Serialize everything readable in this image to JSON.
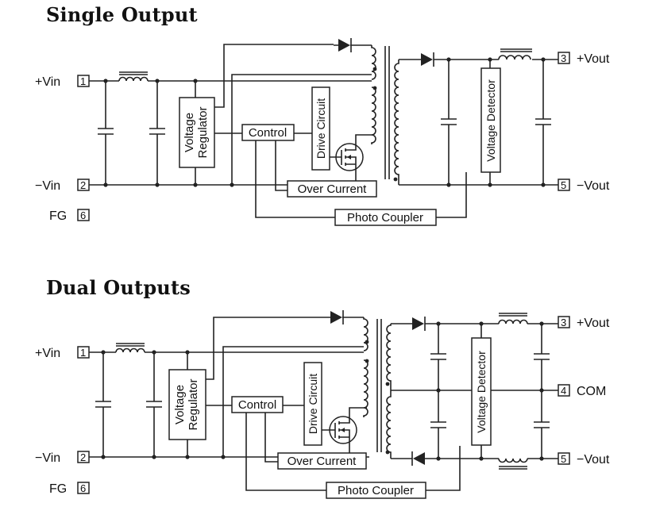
{
  "section1": {
    "title": "Single Output",
    "pins": {
      "vin_pos": {
        "label": "+Vin",
        "num": "1"
      },
      "vin_neg": {
        "label": "−Vin",
        "num": "2"
      },
      "fg": {
        "label": "FG",
        "num": "6"
      },
      "vout_pos": {
        "label": "+Vout",
        "num": "3"
      },
      "vout_neg": {
        "label": "−Vout",
        "num": "5"
      }
    },
    "blocks": {
      "voltage_regulator": [
        "Voltage",
        "Regulator"
      ],
      "control": "Control",
      "drive_circuit": "Drive Circuit",
      "over_current": "Over Current",
      "photo_coupler": "Photo Coupler",
      "voltage_detector": "Voltage Detector"
    }
  },
  "section2": {
    "title": "Dual Outputs",
    "pins": {
      "vin_pos": {
        "label": "+Vin",
        "num": "1"
      },
      "vin_neg": {
        "label": "−Vin",
        "num": "2"
      },
      "fg": {
        "label": "FG",
        "num": "6"
      },
      "vout_pos": {
        "label": "+Vout",
        "num": "3"
      },
      "com": {
        "label": "COM",
        "num": "4"
      },
      "vout_neg": {
        "label": "−Vout",
        "num": "5"
      }
    },
    "blocks": {
      "voltage_regulator": [
        "Voltage",
        "Regulator"
      ],
      "control": "Control",
      "drive_circuit": "Drive Circuit",
      "over_current": "Over Current",
      "photo_coupler": "Photo Coupler",
      "voltage_detector": "Voltage Detector"
    }
  }
}
